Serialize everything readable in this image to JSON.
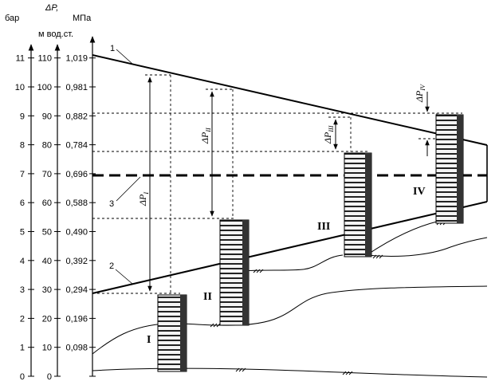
{
  "headers": {
    "bar": "бар",
    "dp": "ΔP,",
    "dp_unit": "м вод.ст.",
    "mpa": "МПа"
  },
  "scales": {
    "bar": [
      "0",
      "1",
      "2",
      "3",
      "4",
      "5",
      "6",
      "7",
      "8",
      "9",
      "10",
      "11"
    ],
    "water": [
      "0",
      "10",
      "20",
      "30",
      "40",
      "50",
      "60",
      "70",
      "80",
      "90",
      "100",
      "110"
    ],
    "mpa": [
      "",
      "0,098",
      "0,196",
      "0,294",
      "0,392",
      "0,490",
      "0,588",
      "0,696",
      "0,784",
      "0,882",
      "0,981",
      "1,019"
    ]
  },
  "markers": {
    "m1": "1",
    "m2": "2",
    "m3": "3"
  },
  "buildings": [
    {
      "label": "I",
      "dp_symbol": "ΔP",
      "dp_sub": "I"
    },
    {
      "label": "II",
      "dp_symbol": "ΔP",
      "dp_sub": "II"
    },
    {
      "label": "III",
      "dp_symbol": "ΔP",
      "dp_sub": "III"
    },
    {
      "label": "IV",
      "dp_symbol": "ΔP",
      "dp_sub": "IV"
    }
  ]
}
